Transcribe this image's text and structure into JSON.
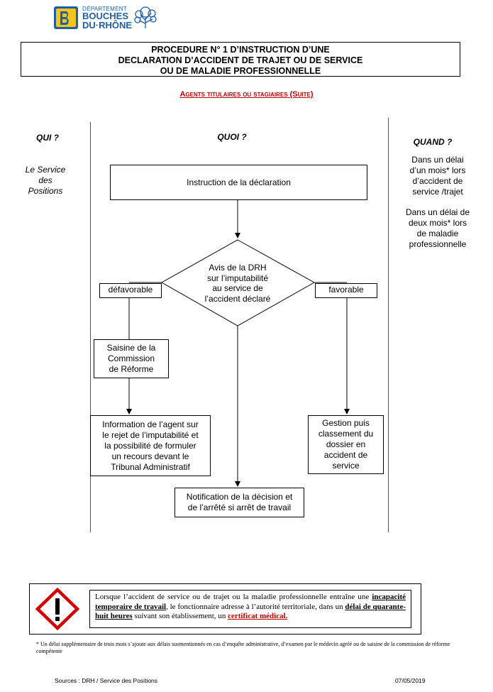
{
  "logo": {
    "line1": "DÉPARTEMENT",
    "line2": "BOUCHES",
    "line3": "DU·RHÔNE",
    "brand_color": "#1f5fa8"
  },
  "title": {
    "line1": "PROCEDURE N° 1 D’INSTRUCTION D’UNE",
    "line2": "DECLARATION D’ACCIDENT DE TRAJET OU DE SERVICE",
    "line3": "OU DE MALADIE PROFESSIONNELLE"
  },
  "subtitle": "Agents titulaires ou stagiaires (Suite)",
  "columns": {
    "qui": "QUI ?",
    "quoi": "QUOI ?",
    "quand": "QUAND ?"
  },
  "qui": {
    "line1": "Le Service",
    "line2": "des",
    "line3": "Positions"
  },
  "quand": {
    "block1": [
      "Dans un délai",
      "d’un mois* lors",
      "d’accident de",
      "service /trajet"
    ],
    "block2": [
      "Dans un délai de",
      "deux mois* lors",
      "de maladie",
      "professionnelle"
    ]
  },
  "flow": {
    "instruction": "Instruction de la déclaration",
    "decision": [
      "Avis de la DRH",
      "sur l’imputabilité",
      "au service de",
      "l’accident déclaré"
    ],
    "defavorable": "défavorable",
    "favorable": "favorable",
    "commission": [
      "Saisine de la",
      "Commission",
      "de Réforme"
    ],
    "information": [
      "Information de l’agent sur",
      "le rejet de l’imputabilité et",
      "la possibilité de formuler",
      "un recours devant le",
      "Tribunal Administratif"
    ],
    "gestion": [
      "Gestion puis",
      "classement du",
      "dossier en",
      "accident de",
      "service"
    ],
    "notification": [
      "Notification de la décision et",
      "de l’arrêté si arrêt de travail"
    ]
  },
  "warning": {
    "t1": "Lorsque l’accident de service ou de trajet ou la maladie professionnelle entraîne une ",
    "t2": "incapacité temporaire de travail",
    "t3": ", le fonctionnaire adresse à l’autorité territoriale, dans un ",
    "t4": "délai de quarante-huit heures",
    "t5": " suivant son établissement, un ",
    "t6": "certificat médical.",
    "icon": "hazard-exclamation-icon",
    "icon_color": "#d40000"
  },
  "footnote": "* Un délai supplémentaire de trois mois s’ajoute aux délais susmentionnés en cas d’enquête administrative, d’examen par le médecin agréé ou de saisine de la commission de réforme compétente",
  "footer": {
    "sources": "Sources : DRH / Service des Positions",
    "date": "07/05/2019"
  }
}
